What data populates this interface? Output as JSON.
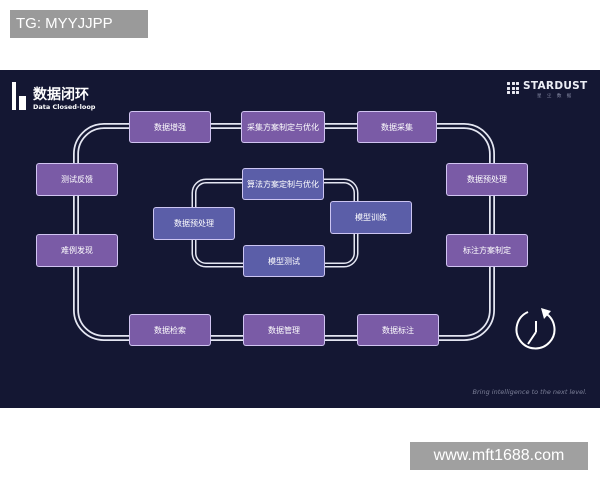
{
  "watermarks": {
    "top": "TG: MYYJJPP",
    "bottom": "www.mft1688.com"
  },
  "header": {
    "title_cn": "数据闭环",
    "title_en": "Data Closed-loop"
  },
  "logo": {
    "name": "STARDUST",
    "sub": "星 尘 数 据"
  },
  "nodes": {
    "data_enhance": "数据增强",
    "collect_plan": "采集方案制定与优化",
    "data_collect": "数据采集",
    "test_feedback": "测试反馈",
    "data_preprocess_outer": "数据预处理",
    "hard_case_discovery": "难例发现",
    "label_plan": "标注方案制定",
    "data_search": "数据检索",
    "data_manage": "数据管理",
    "data_label": "数据标注",
    "algo_plan": "算法方案定制与优化",
    "data_preprocess_inner": "数据预处理",
    "model_train": "模型训练",
    "model_test": "模型测试"
  },
  "tagline": "Bring  intelligence to the next level.",
  "colors": {
    "background": "#141733",
    "node_purple": "#7a5ba6",
    "node_blue": "#5b5ea8",
    "track": "#cfd2e0"
  },
  "icons": [
    "timer-icon",
    "brand-mark-icon",
    "stardust-logo-icon"
  ]
}
